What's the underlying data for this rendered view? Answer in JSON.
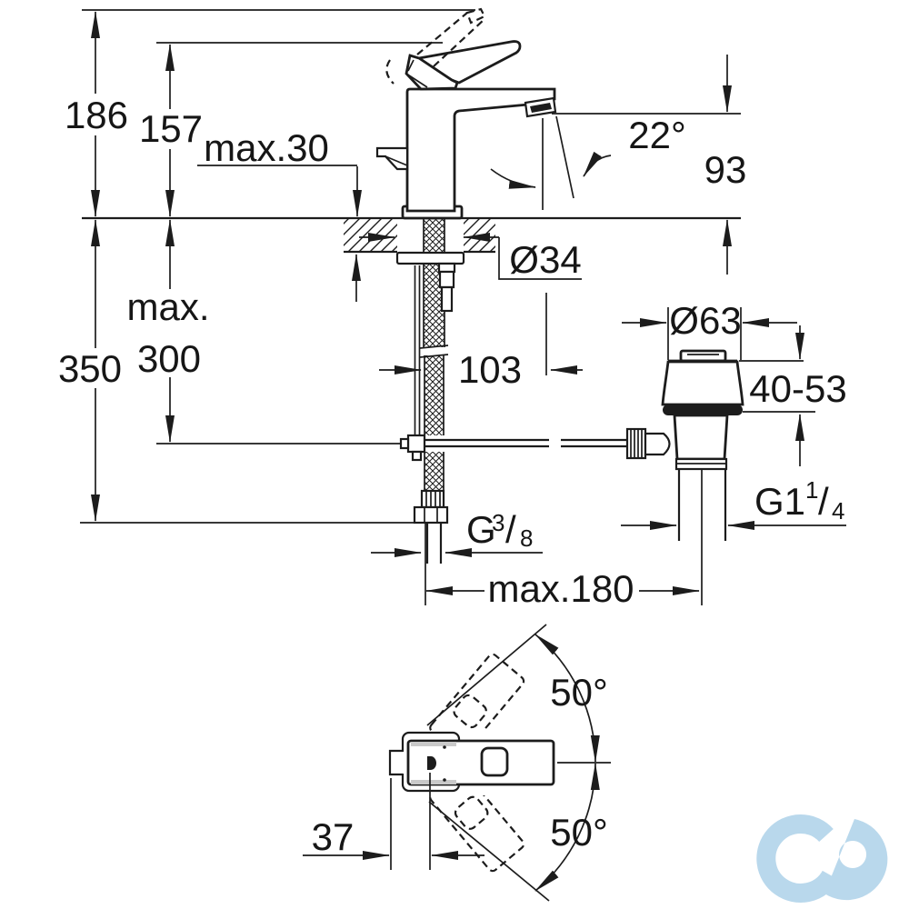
{
  "drawing": {
    "dims": {
      "d186": "186",
      "d157": "157",
      "max30": "max.30",
      "deg22": "22°",
      "d93": "93",
      "dia34": "Ø34",
      "max_word": "max.",
      "d300": "300",
      "d350": "350",
      "d103": "103",
      "dia63": "Ø63",
      "range4053": "40-53",
      "g114_main": "G1",
      "g114_sup": "1",
      "g114_slash": "/",
      "g114_sub": "4",
      "g38_main": "G",
      "g38_sup": "3",
      "g38_slash": "/",
      "g38_sub": "8",
      "max180": "max.180",
      "d37": "37",
      "deg50_top": "50°",
      "deg50_bottom": "50°"
    },
    "colors": {
      "line": "#1c1c1c",
      "logo": "#b9d8ec",
      "background": "#ffffff"
    }
  }
}
